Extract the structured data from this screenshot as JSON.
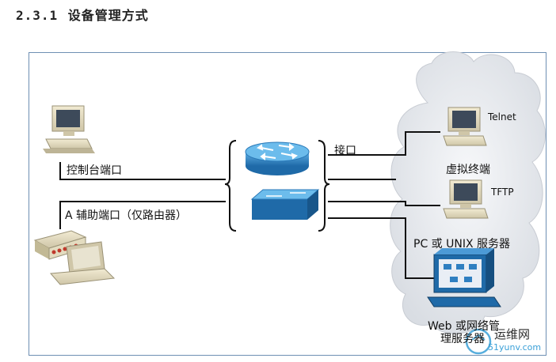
{
  "section_number": "2.3.1",
  "section_title": "设备管理方式",
  "labels": {
    "console_port": "控制台端口",
    "aux_port": "A 辅助端口（仅路由器）",
    "interface": "接口",
    "telnet": "Telnet",
    "virtual_terminal": "虚拟终端",
    "tftp": "TFTP",
    "pc_unix_server": "PC 或 UNIX 服务器",
    "web_nms_server_line1": "Web 或网络管",
    "web_nms_server_line2": "理服务器"
  },
  "watermark": {
    "site_cn": "运维网",
    "site_url": "51yunv.com"
  },
  "colors": {
    "frame_border": "#6e8fb3",
    "device_blue": "#2f7fc1",
    "cloud": "#e6e9ee",
    "line": "#111111"
  }
}
